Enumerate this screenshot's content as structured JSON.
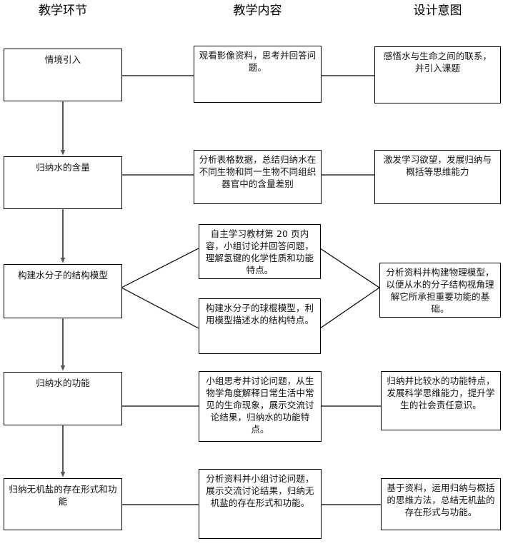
{
  "headers": [
    {
      "label": "教学环节"
    },
    {
      "label": "教学内容"
    },
    {
      "label": "设计意图"
    }
  ],
  "stages": [
    {
      "label": "情境引入"
    },
    {
      "label": "归纳水的含量"
    },
    {
      "label": "构建水分子的结构模型"
    },
    {
      "label": "归纳水的功能"
    },
    {
      "label": "归纳无机盐的存在形式和功能"
    }
  ],
  "contents": [
    {
      "label": "观看影像资料，思考并回答问题。"
    },
    {
      "label": "分析表格数据，总结归纳水在不同生物和同一生物不同组织器官中的含量差别"
    },
    {
      "label": "自主学习教材第 20 页内容，小组讨论并回答问题，理解氢键的化学性质和功能特点。"
    },
    {
      "label": "构建水分子的球棍模型，利用模型描述水的结构特点。"
    },
    {
      "label": "小组思考并讨论问题，从生物学角度解释日常生活中常见的生命现象，展示交流讨论结果，归纳水的功能特点。"
    },
    {
      "label": "分析资料并小组讨论问题，展示交流讨论结果，归纳无机盐的存在形式和功能。"
    }
  ],
  "intents": [
    {
      "label": "感悟水与生命之间的联系，并引入课题"
    },
    {
      "label": "激发学习欲望，发展归纳与概括等思维能力"
    },
    {
      "label": "分析资料并构建物理模型，以便从水的分子结构视角理解它所承担重要功能的基础。"
    },
    {
      "label": "归纳并比较水的功能特点，发展科学思维能力，提升学生的社会责任意识。"
    },
    {
      "label": "基于资料，运用归纳与概括的思维方法，总结无机盐的存在形式与功能。"
    }
  ],
  "colors": {
    "stroke": "#000000",
    "arrow": "#595959",
    "background": "#ffffff",
    "text": "#111111"
  }
}
